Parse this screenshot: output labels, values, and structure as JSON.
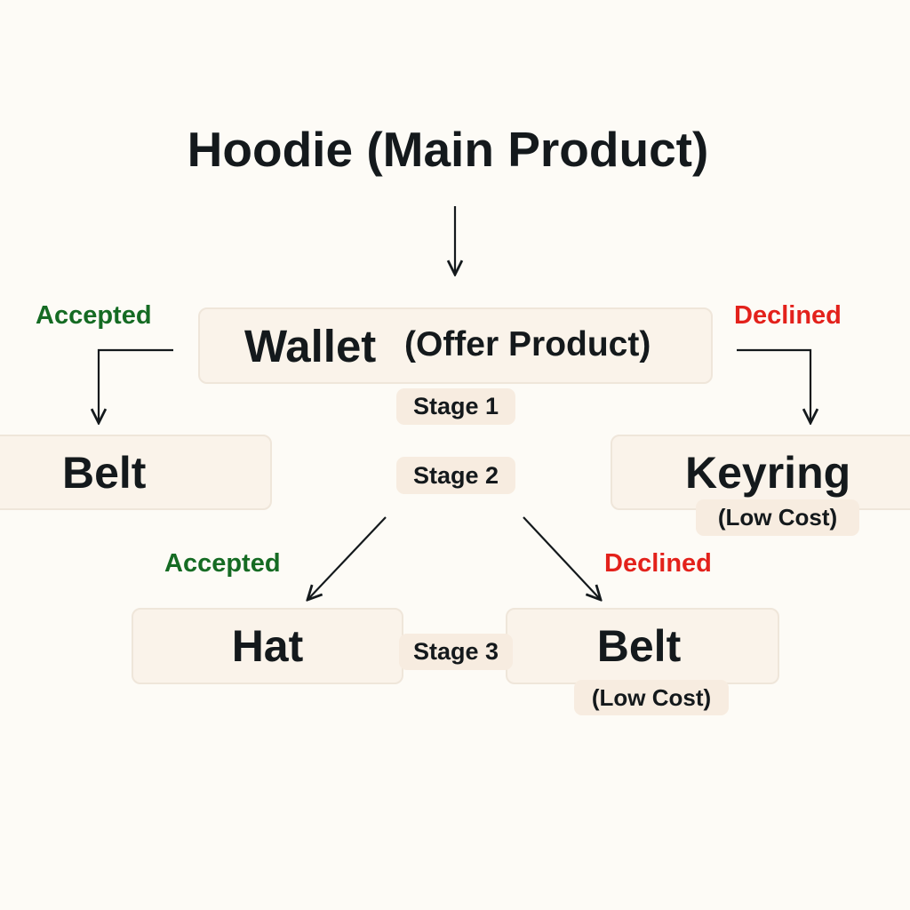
{
  "title": "Hoodie (Main Product)",
  "offer": {
    "name": "Wallet",
    "subtitle": "(Offer Product)"
  },
  "stages": [
    "Stage 1",
    "Stage 2",
    "Stage 3"
  ],
  "stage1": {
    "accepted_label": "Accepted",
    "declined_label": "Declined",
    "accepted_product": "Belt",
    "declined_product": "Keyring",
    "declined_note": "(Low Cost)"
  },
  "stage2": {
    "accepted_label": "Accepted",
    "declined_label": "Declined",
    "accepted_product": "Hat",
    "declined_product": "Belt",
    "declined_note": "(Low Cost)"
  },
  "colors": {
    "accepted": "#156b23",
    "declined": "#e3211b",
    "box": "#faf3ea",
    "background": "#fdfbf6"
  }
}
